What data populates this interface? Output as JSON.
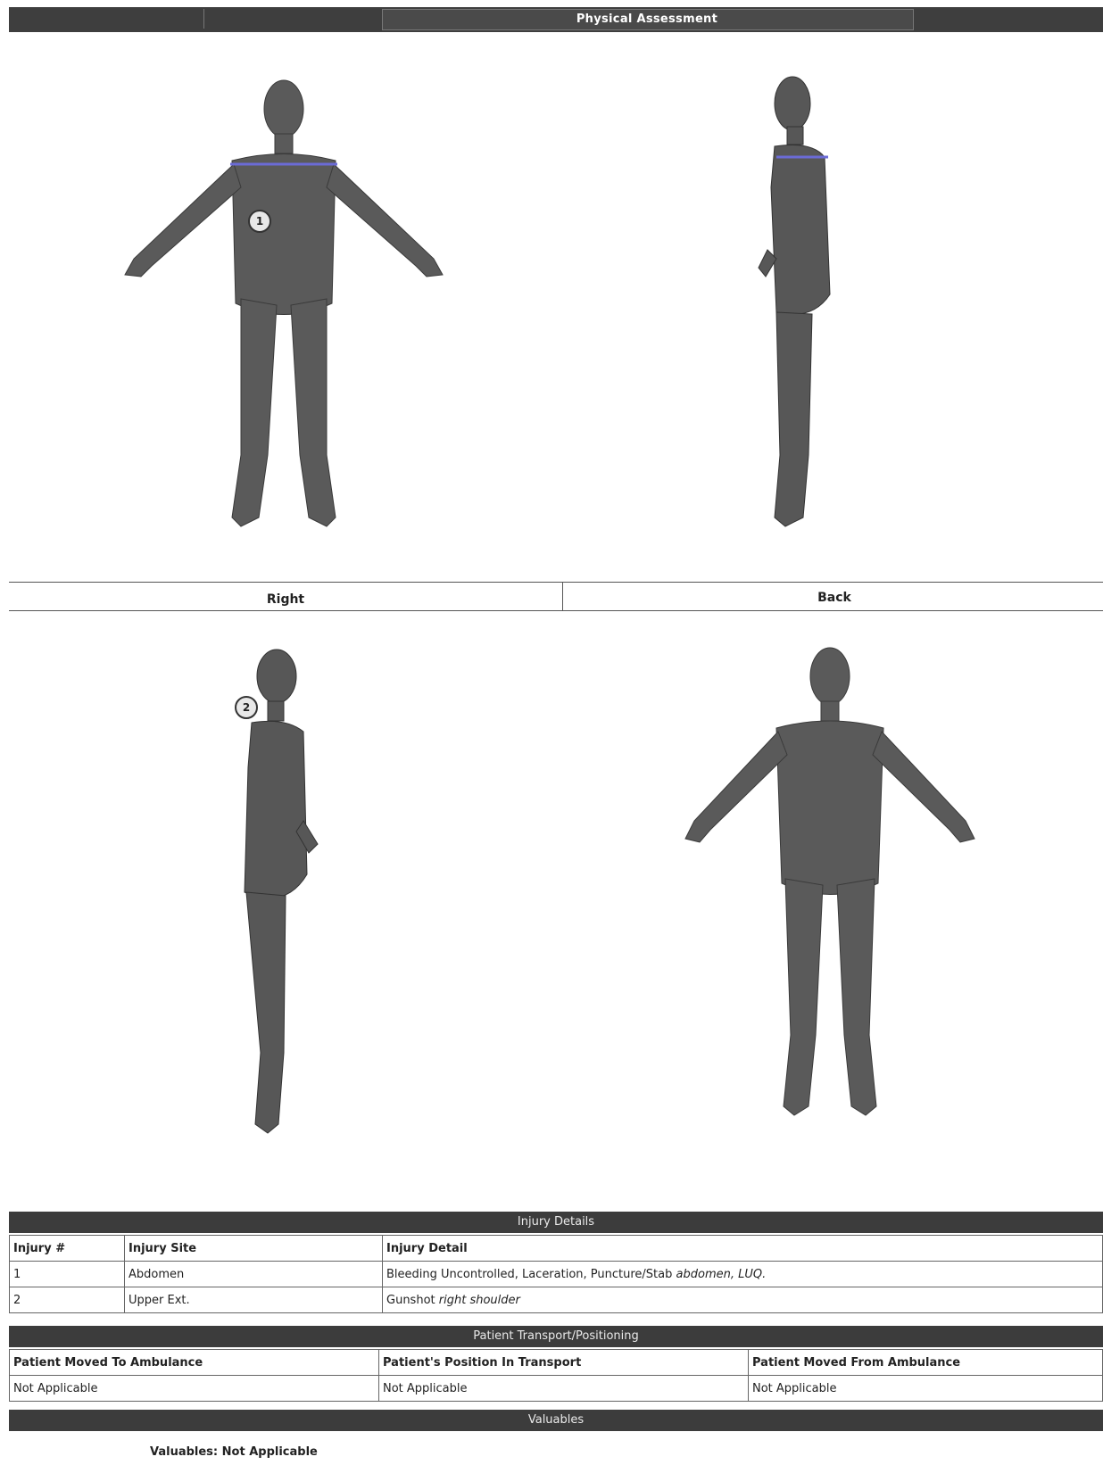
{
  "header": {
    "title": "Physical Assessment"
  },
  "views": {
    "right_label": "Right",
    "back_label": "Back",
    "markers": [
      {
        "number": "1"
      },
      {
        "number": "2"
      }
    ]
  },
  "injury_details": {
    "section_title": "Injury Details",
    "columns": [
      "Injury #",
      "Injury Site",
      "Injury Detail"
    ],
    "rows": [
      {
        "num": "1",
        "site": "Abdomen",
        "detail": "Bleeding Uncontrolled, Laceration, Puncture/Stab",
        "detail_extra": "abdomen, LUQ."
      },
      {
        "num": "2",
        "site": "Upper Ext.",
        "detail": "Gunshot",
        "detail_extra": "right shoulder"
      }
    ]
  },
  "transport": {
    "section_title": "Patient Transport/Positioning",
    "columns": [
      "Patient Moved To Ambulance",
      "Patient's Position In Transport",
      "Patient Moved From Ambulance"
    ],
    "values": [
      "Not Applicable",
      "Not Applicable",
      "Not Applicable"
    ]
  },
  "valuables": {
    "section_title": "Valuables",
    "label": "Valuables:",
    "value": "Not Applicable"
  },
  "colors": {
    "bar": "#3c3c3c",
    "figure": "#5a5a5a",
    "marker_line": "#6b6bd6"
  }
}
